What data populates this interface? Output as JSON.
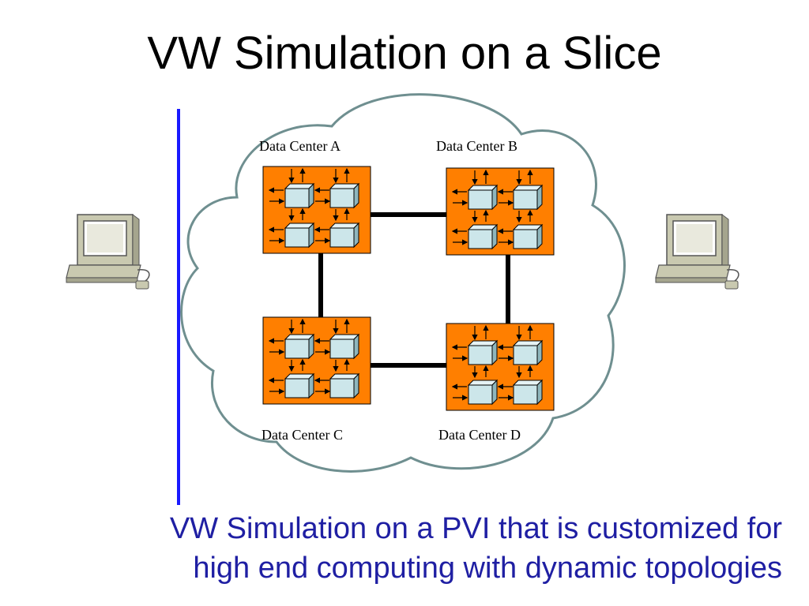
{
  "slide": {
    "title": "VW Simulation on a Slice",
    "caption_line1": "VW Simulation on a PVI that is customized for",
    "caption_line2": "high end computing with dynamic topologies"
  },
  "diagram": {
    "data_centers": [
      {
        "id": "a",
        "label": "Data Center A"
      },
      {
        "id": "b",
        "label": "Data Center B"
      },
      {
        "id": "c",
        "label": "Data Center C"
      },
      {
        "id": "d",
        "label": "Data Center D"
      }
    ],
    "links": [
      [
        "a",
        "b"
      ],
      [
        "a",
        "c"
      ],
      [
        "b",
        "d"
      ],
      [
        "c",
        "d"
      ]
    ],
    "colors": {
      "separator": "#1a1aff",
      "cloud_stroke": "#5f7f80",
      "datacenter_fill": "#ff7f00",
      "server_fill": "#cce6ea",
      "link": "#000000",
      "caption": "#1f1fa3"
    },
    "icons": [
      "cloud-icon",
      "computer-icon",
      "server-icon"
    ]
  }
}
